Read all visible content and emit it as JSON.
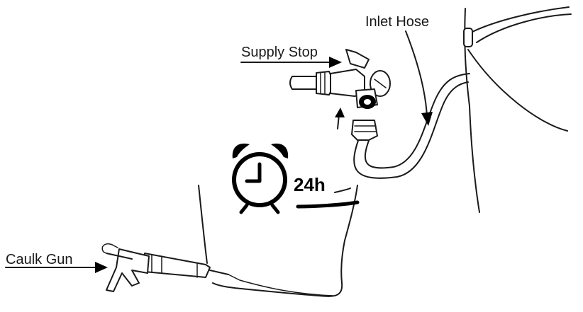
{
  "labels": {
    "inlet_hose": "Inlet Hose",
    "supply_stop": "Supply Stop",
    "caulk_gun": "Caulk Gun",
    "timer": "24h"
  }
}
